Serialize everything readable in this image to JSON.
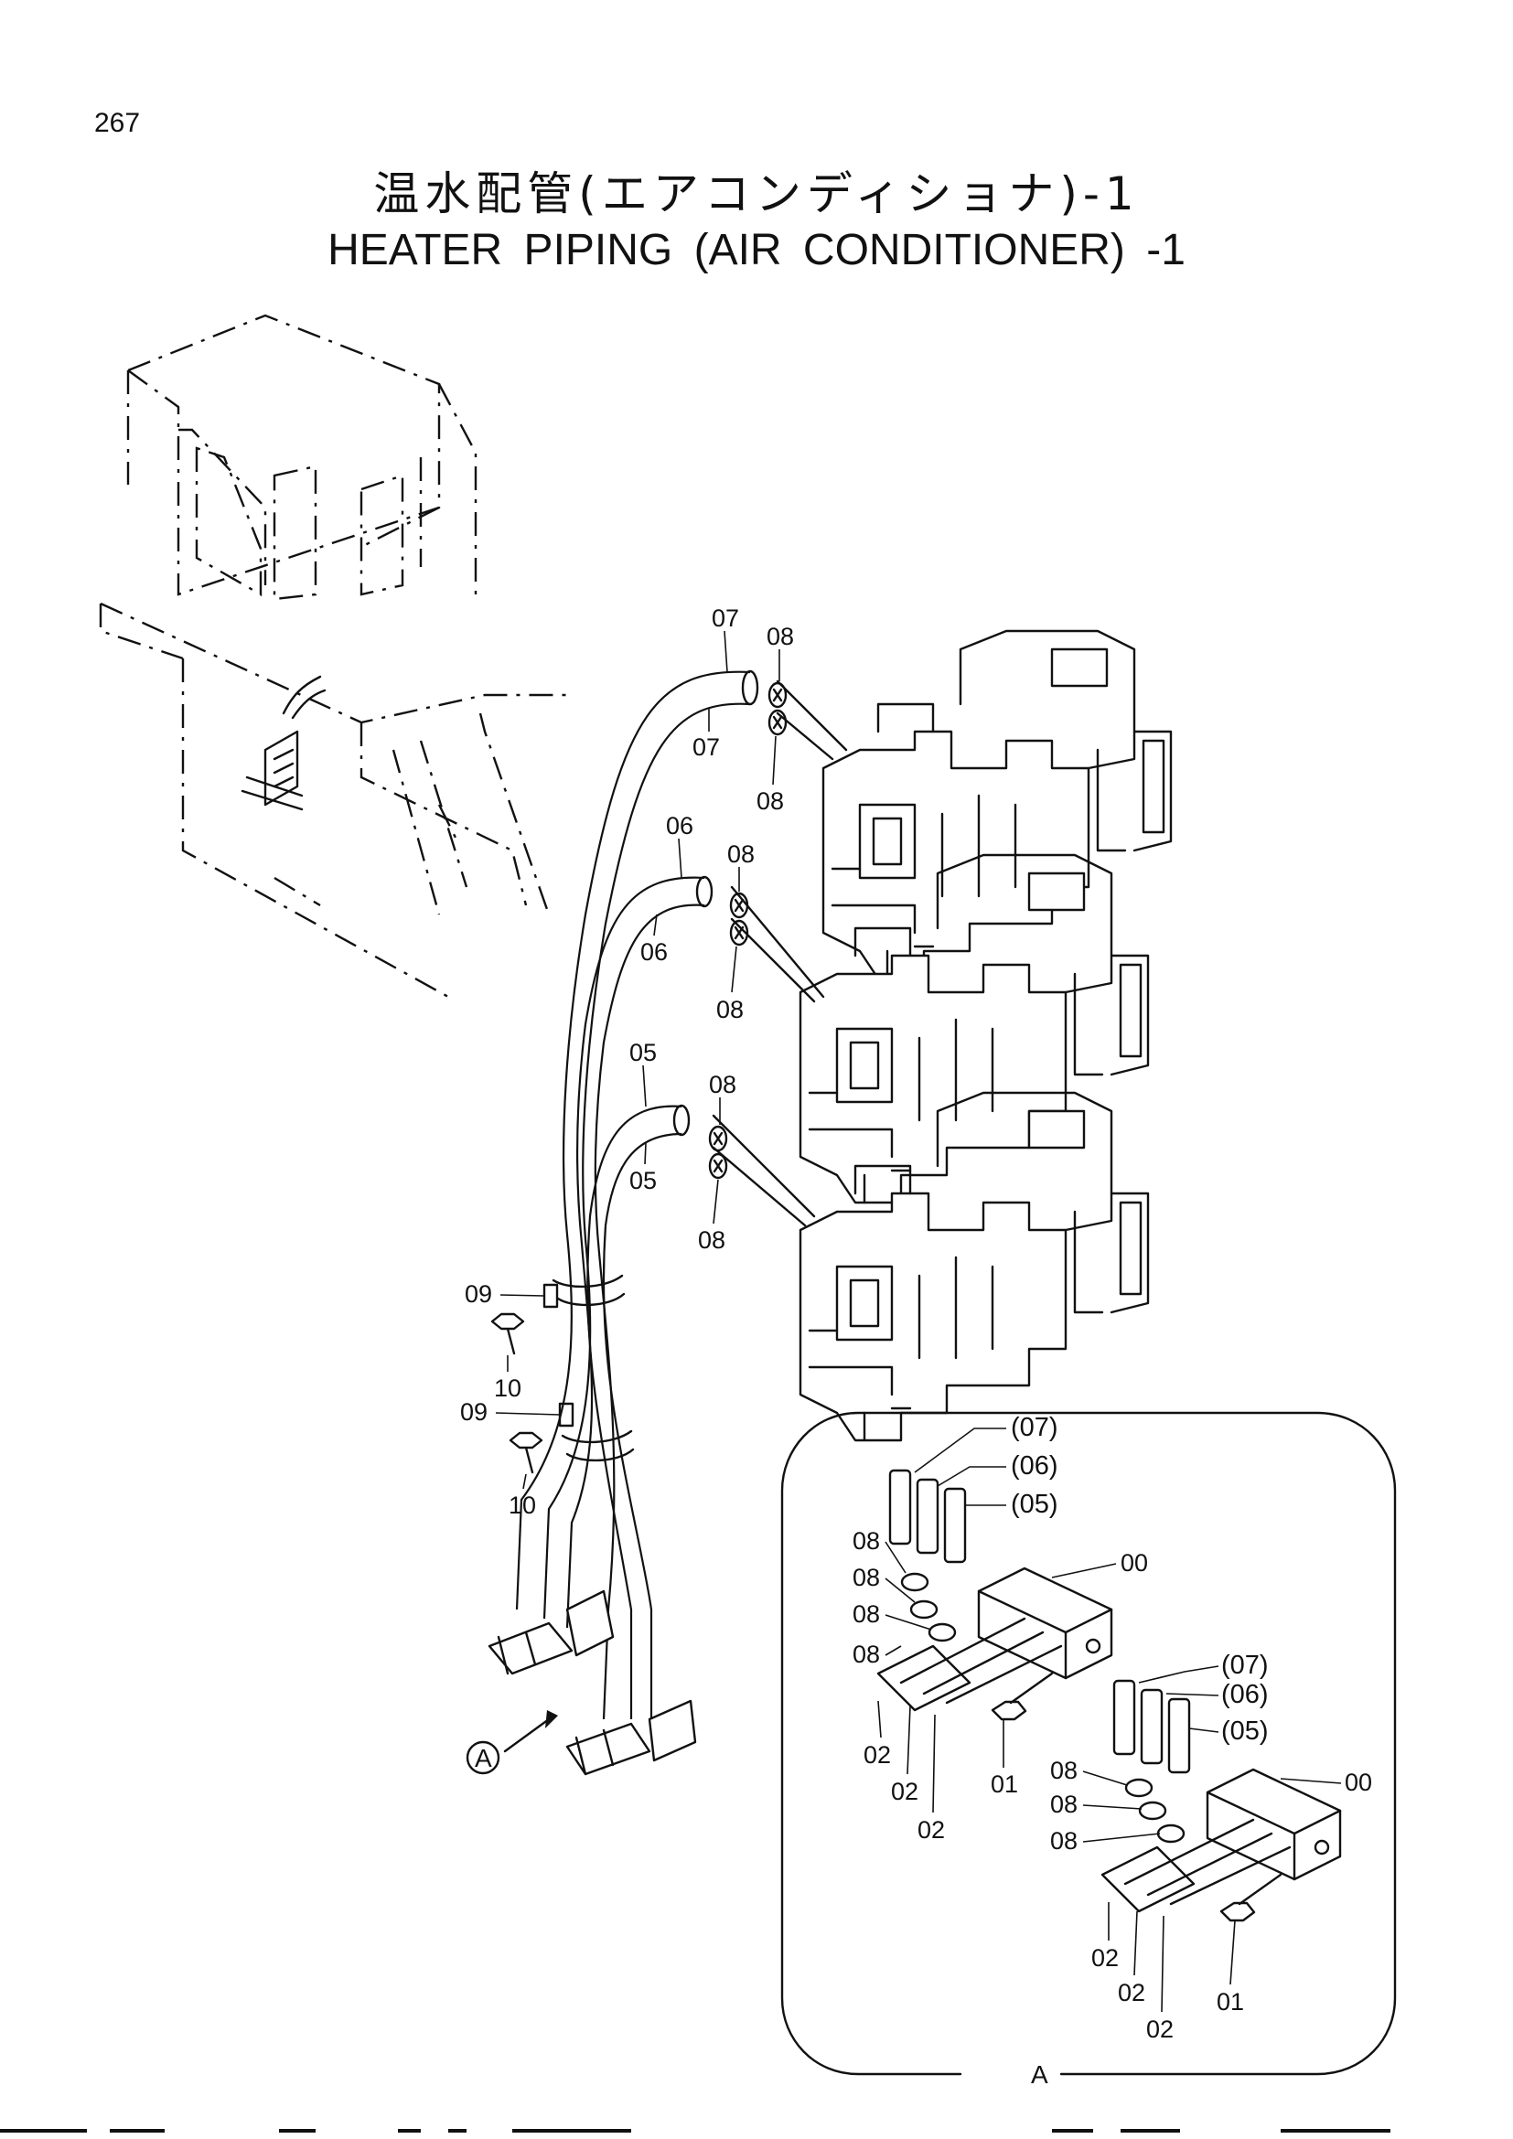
{
  "page_number": "267",
  "title_jp": "温水配管(エアコンディショナ)-1",
  "title_en": "HEATER   PIPING (AIR   CONDITIONER) -1",
  "callouts": {
    "c07a": "07",
    "c07b": "07",
    "c08a": "08",
    "c08b": "08",
    "c08c": "08",
    "c08d": "08",
    "c08e": "08",
    "c08f": "08",
    "c06a": "06",
    "c06b": "06",
    "c05a": "05",
    "c05b": "05",
    "c09a": "09",
    "c09b": "09",
    "c10a": "10",
    "c10b": "10"
  },
  "view_marker": "A",
  "detail": {
    "view_label": "A",
    "upper": {
      "h07": "(07)",
      "h06": "(06)",
      "h05": "(05)",
      "c08a": "08",
      "c08b": "08",
      "c08c": "08",
      "c08d": "08",
      "c00": "00",
      "c02a": "02",
      "c02b": "02",
      "c02c": "02",
      "c01": "01"
    },
    "lower": {
      "h07": "(07)",
      "h06": "(06)",
      "h05": "(05)",
      "c08a": "08",
      "c08b": "08",
      "c08c": "08",
      "c00": "00",
      "c02a": "02",
      "c02b": "02",
      "c02c": "02",
      "c01": "01"
    }
  }
}
